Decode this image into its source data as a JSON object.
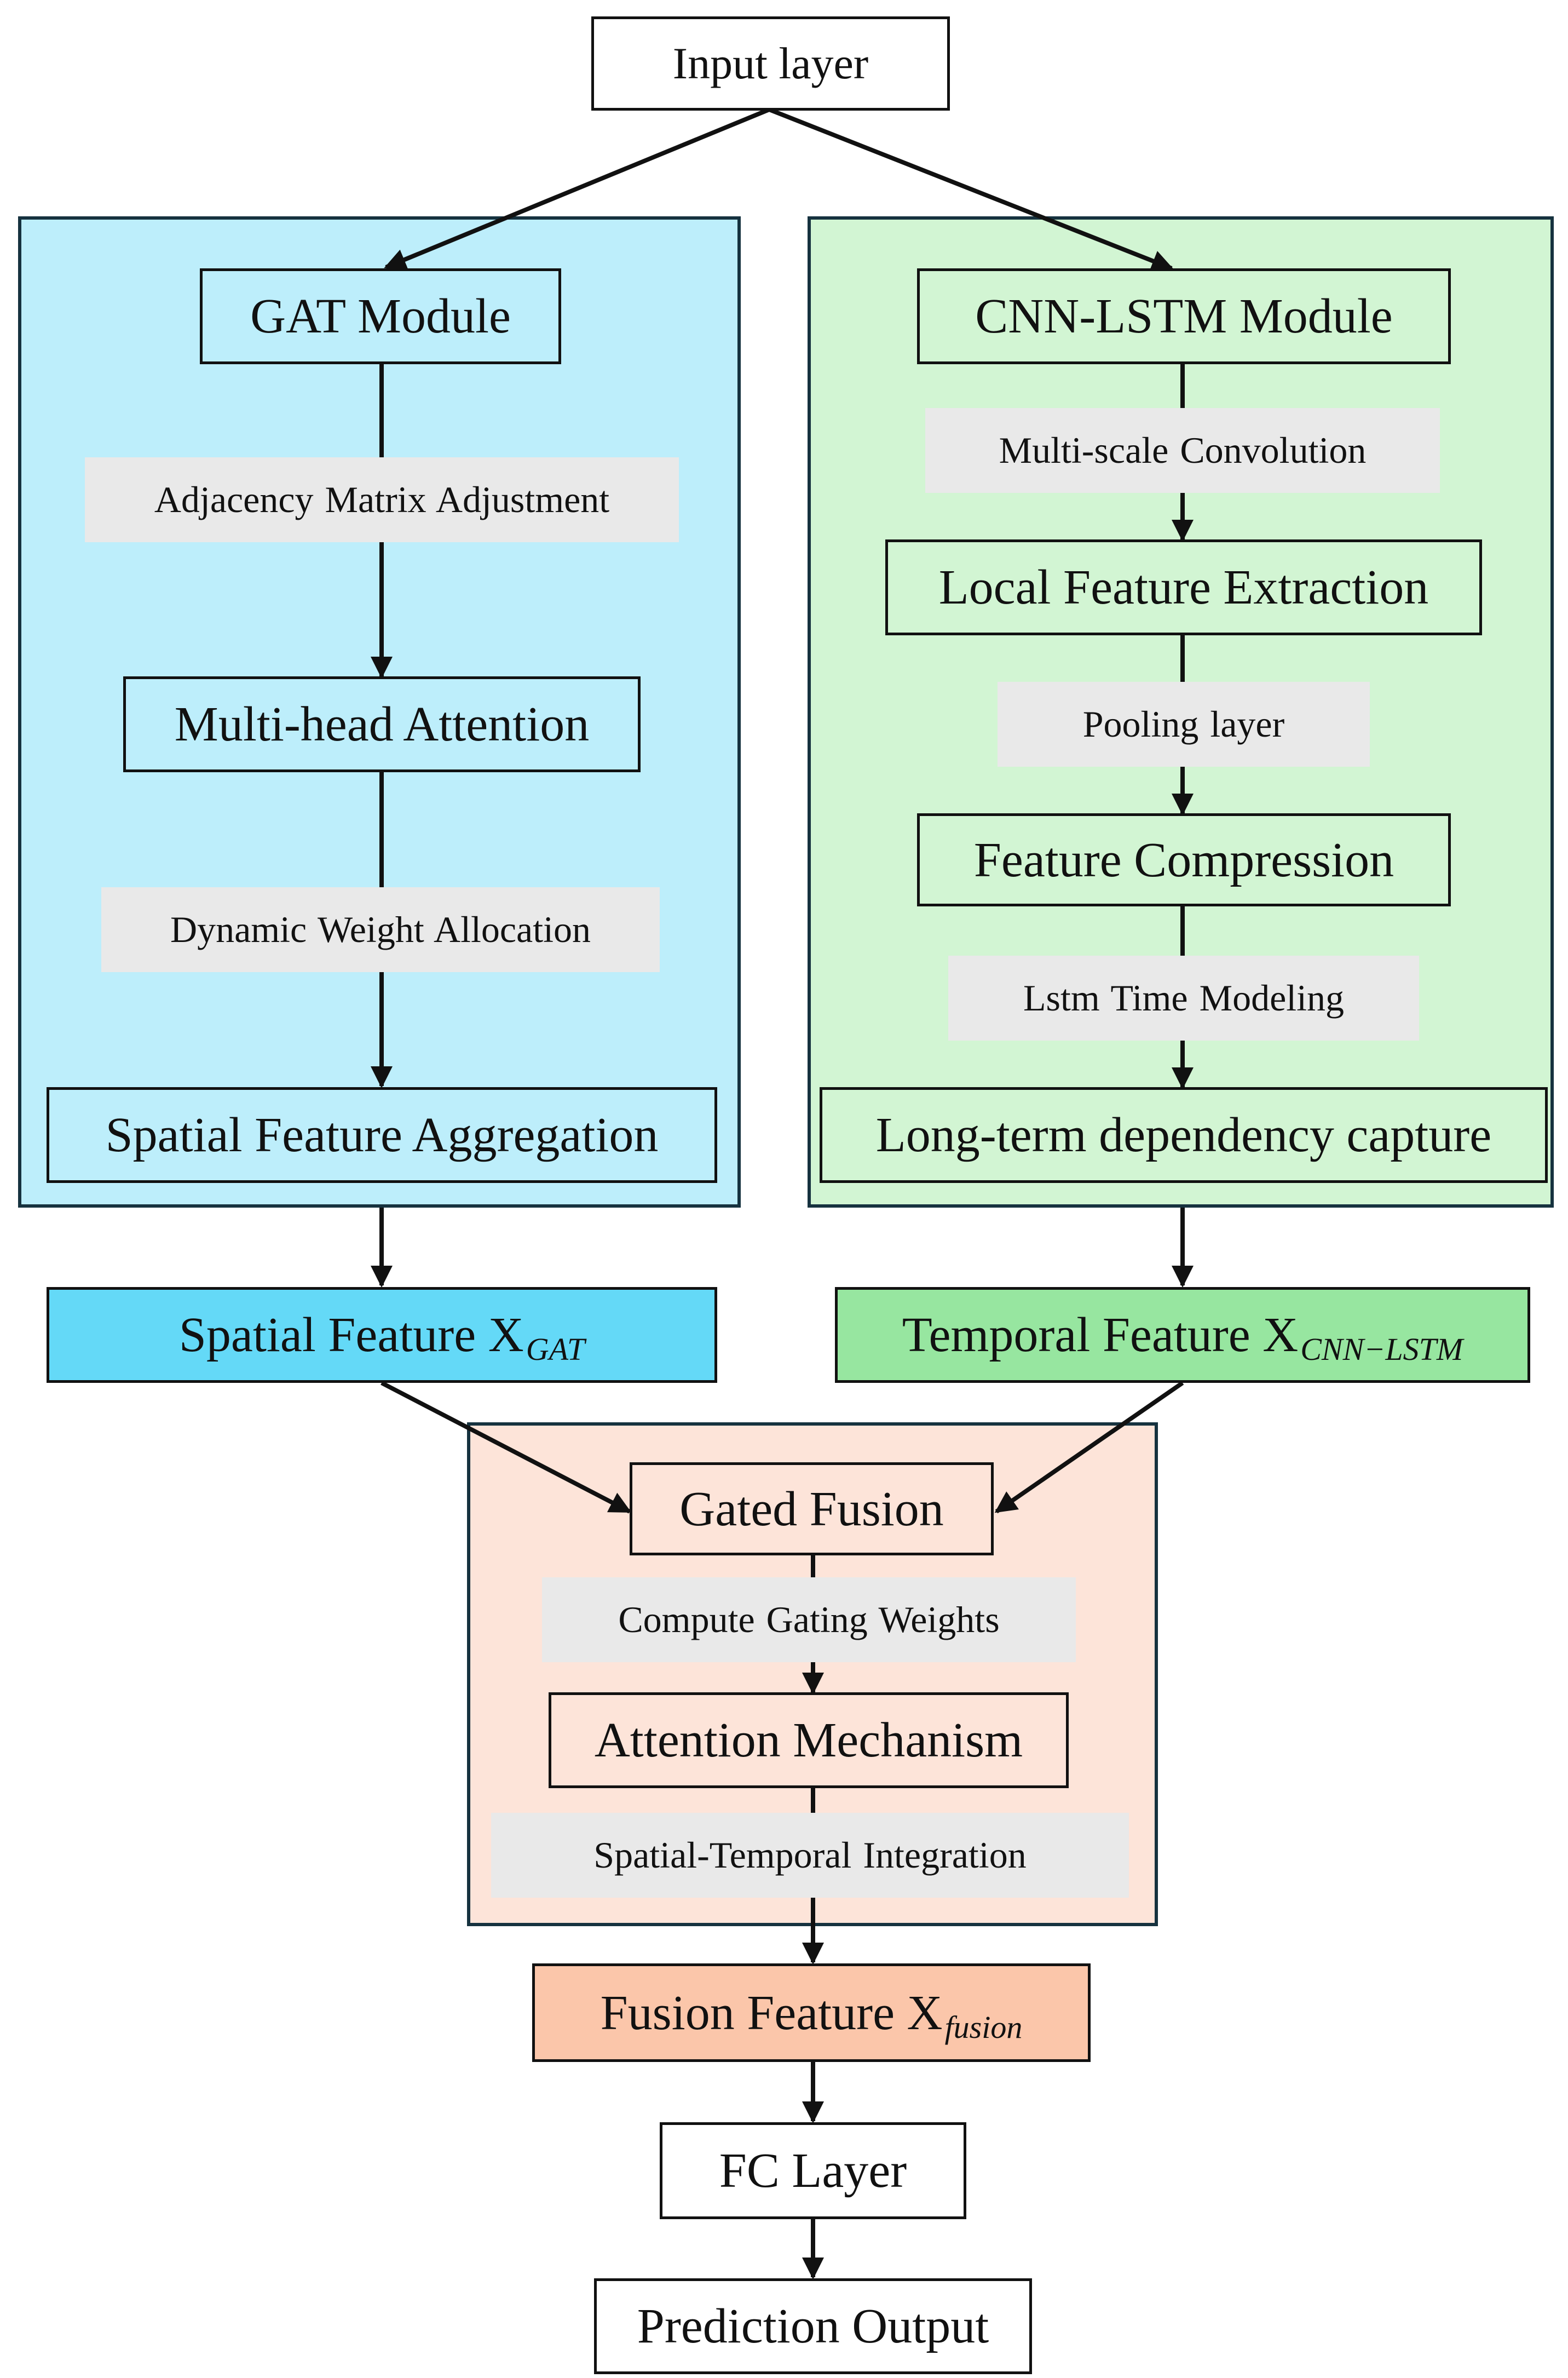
{
  "diagram": {
    "input_layer": "Input layer",
    "gat": {
      "module": "GAT Module",
      "step1_label": "Adjacency  Matrix Adjustment",
      "attention": "Multi-head Attention",
      "step2_label": "Dynamic  Weight Allocation",
      "aggregation": "Spatial Feature Aggregation",
      "feature_main": "Spatial Feature X",
      "feature_sub": "GAT",
      "panel_color": "#bdeefb",
      "feature_color": "#64d9f7"
    },
    "cnn_lstm": {
      "module": "CNN-LSTM Module",
      "conv_label": "Multi-scale Convolution",
      "local": "Local Feature Extraction",
      "pool_label": "Pooling layer",
      "compression": "Feature Compression",
      "lstm_label": "Lstm Time Modeling",
      "long_term": "Long-term dependency capture",
      "feature_main": "Temporal Feature X",
      "feature_sub": "CNN−LSTM",
      "panel_color": "#d2f5d3",
      "feature_color": "#97e6a0"
    },
    "fusion": {
      "gated": "Gated Fusion",
      "gating_label": "Compute Gating Weights",
      "attention": "Attention Mechanism",
      "integration_label": "Spatial-Temporal Integration",
      "feature_main": "Fusion Feature X",
      "feature_sub": "fusion",
      "panel_color": "#fde4d9",
      "feature_color": "#fbc6aa"
    },
    "fc_layer": "FC Layer",
    "prediction": "Prediction Output"
  }
}
